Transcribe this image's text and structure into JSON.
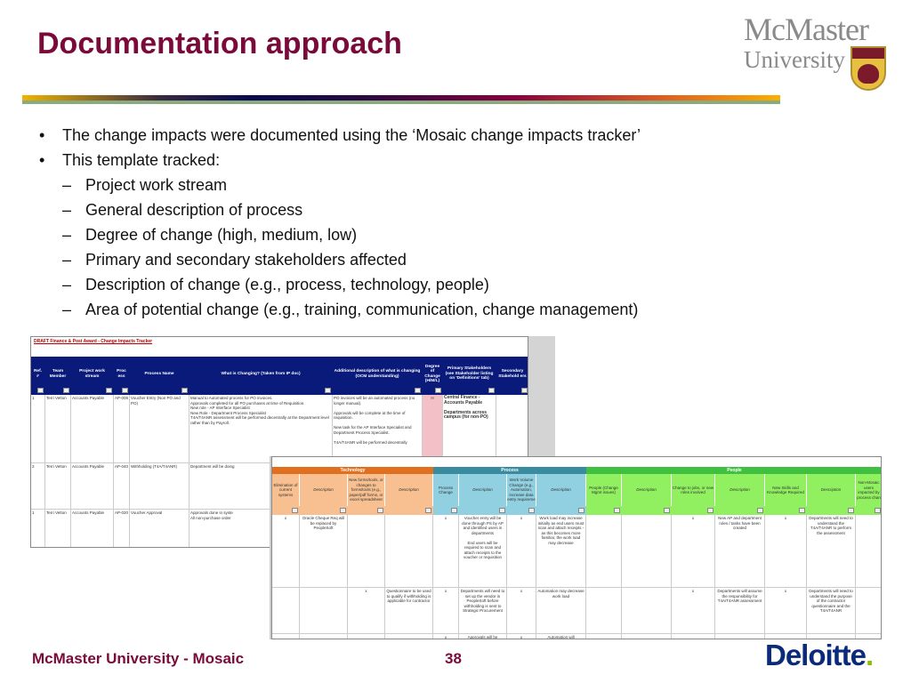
{
  "title": "Documentation approach",
  "logo": {
    "line1": "McMaster",
    "line2": "University"
  },
  "bullets": [
    {
      "level": 1,
      "text": "The change impacts were documented using the ‘Mosaic change impacts tracker’"
    },
    {
      "level": 1,
      "text": "This template tracked:"
    },
    {
      "level": 2,
      "text": "Project work stream"
    },
    {
      "level": 2,
      "text": "General description of process"
    },
    {
      "level": 2,
      "text": "Degree of change (high, medium, low)"
    },
    {
      "level": 2,
      "text": "Primary and secondary stakeholders affected"
    },
    {
      "level": 2,
      "text": "Description of change (e.g., process, technology, people)"
    },
    {
      "level": 2,
      "text": "Area of potential change (e.g., training, communication, change management)"
    }
  ],
  "sheet1": {
    "title": "DRAFT Finance & Post Award - Change Impacts Tracker",
    "headers": [
      "Ref. #",
      "Team Member",
      "Project work stream",
      "Proc ess",
      "Process Name",
      "What is Changing? (Taken from IP doc)",
      "Additional description of what is changing (OCM understanding)",
      "Degree of Change (H/M/L)",
      "Primary Stakeholders (see Stakeholder listing on 'Definitions' tab)",
      "Secondary Stakehold ers"
    ],
    "rows": [
      [
        "1",
        "Terri Vetton",
        "Accounts Payable",
        "AP-008",
        "Voucher Entry (Non PO and PO)",
        "Manual to Automated process for PO invoices.\nApprovals completed for all PO purchases at time of Requisition.\nNew role - AP Interface Specialist\nNew Role - Department Process Specialist\nT4A/T4ANR assessment will be performed decentrally at the Department level rather than by Payroll.",
        "PO invoices will be an automated process (no longer manual).\n\nApprovals will be complete at the time of requisition.\n\nNew task for the AP Interface Specialist and Department Process Specialist.\n\nT4A/T4ANR will be performed decentrally",
        "H",
        "Central Finance - Accounts Payable\n\nDepartments across campus (for non-PO)",
        ""
      ],
      [
        "2",
        "Terri Vetton",
        "Accounts Payable",
        "AP-040",
        "Withholding (T4A/T4ANR)",
        "Department will be doing",
        "",
        "",
        "",
        ""
      ],
      [
        "1",
        "Terri Vetton",
        "Accounts Payable",
        "AP-020",
        "Voucher Approval",
        "Approvals done in syste\nAll non-purchase order",
        "",
        "",
        "",
        ""
      ]
    ]
  },
  "sheet2": {
    "groups": [
      {
        "name": "Technology",
        "color": "#e07020"
      },
      {
        "name": "Process",
        "color": "#3a8aa0"
      },
      {
        "name": "People",
        "color": "#40c040"
      }
    ],
    "headers": [
      "Elimination of current systems",
      "Description",
      "New forms/tools, or changes to forms/tools (e.g., paper/pdf forms, or excel spreadsheet",
      "Description",
      "Process Change",
      "Description",
      "Work Volume Change (e.g., Automation, increase data entry requireme",
      "Description",
      "People (Change Mgmt issues)",
      "Description",
      "Change to jobs, or new roles involved",
      "Description",
      "New Skills and Knowledge Required",
      "Description",
      "Non-Mosaic users impacted by process chan"
    ],
    "rows": [
      [
        "x",
        "Oracle Cheque Req will be replaced by PeopleSoft",
        "",
        "",
        "x",
        "Voucher entry will be done through PS by AP and identified users in departments\n\nEnd users will be required to scan and attach receipts to the voucher or requisition",
        "x",
        "Work load may increase initially as end users must scan and attach receipts - as this becomes more familiar, the work load may decrease",
        "",
        "",
        "x",
        "New AP and department roles / tasks have been created",
        "x",
        "Departments will need to understand the T4A/T4ANR to perform the assessment",
        ""
      ],
      [
        "",
        "",
        "x",
        "Questionnaire to be used to qualify if withholding is applicable for contractor",
        "x",
        "Departments will need to set up the vendor in PeopleSoft before withholding is sent to Strategic Procurement",
        "x",
        "Automation may decrease work load",
        "",
        "",
        "x",
        "Departments will assume the responsibility for T4A/T4ANR assessment",
        "x",
        "Departments will need to understand the purpose of the contractor questionnaire and the T4A/T4ANR",
        ""
      ],
      [
        "",
        "",
        "",
        "",
        "x",
        "Approvals will be",
        "x",
        "Automation will",
        "",
        "",
        "",
        "",
        "",
        "",
        ""
      ]
    ]
  },
  "footer": {
    "left": "McMaster University - Mosaic",
    "page": "38",
    "brand": "Deloitte",
    "brand_dot": "."
  }
}
